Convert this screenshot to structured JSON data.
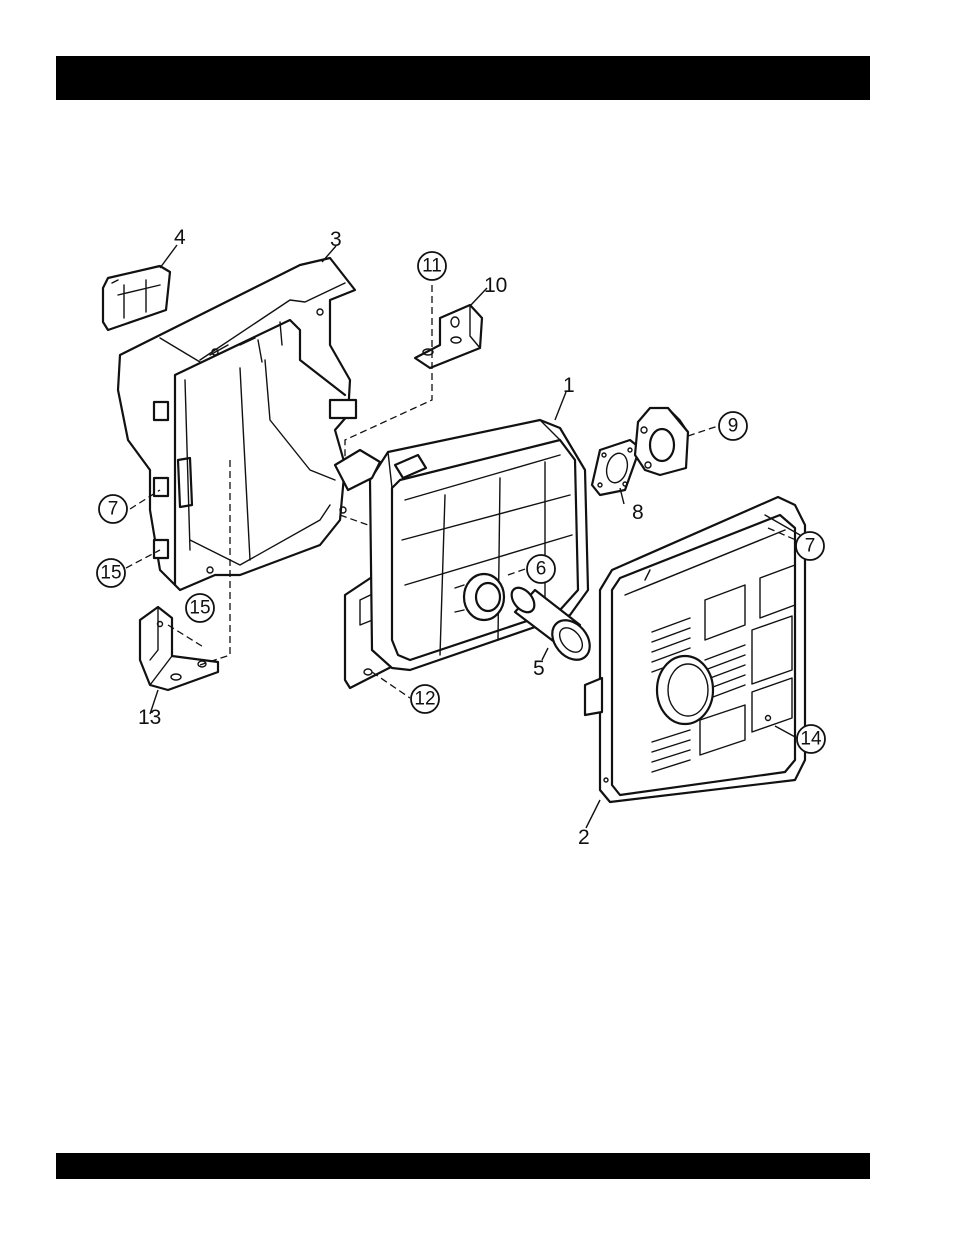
{
  "callouts": {
    "c1": "1",
    "c2": "2",
    "c3": "3",
    "c4": "4",
    "c5": "5",
    "c6": "6",
    "c7a": "7",
    "c7b": "7",
    "c8": "8",
    "c9": "9",
    "c10": "10",
    "c11": "11",
    "c12": "12",
    "c13": "13",
    "c14": "14",
    "c15a": "15",
    "c15b": "15"
  }
}
